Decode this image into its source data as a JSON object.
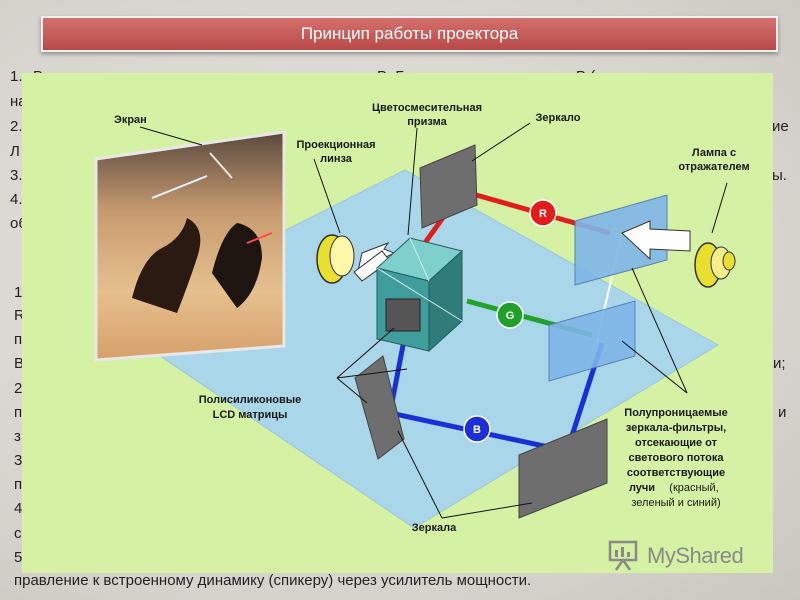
{
  "title": "Принцип работы проектора",
  "background_fragments": {
    "l1a": "1.",
    "l1b": "В",
    "l1c": "В. Г",
    "l1d": "В (",
    "l2a": "на",
    "l3a": "2.",
    "l3b": "ие",
    "l4a": "Л",
    "l5a": "3.",
    "l5b": "ы.",
    "l6a": "4.",
    "l7a": "об",
    "m1": "1",
    "m2": "R",
    "m3": "п",
    "m4": "В",
    "m4r": "и;",
    "m5": "2",
    "m6": "п",
    "m6r": "и",
    "m7": "з",
    "m8": "3",
    "m9": "п",
    "m10": "4",
    "m11": "с",
    "m12": "5"
  },
  "bottom_text": "правление к встроенному динамику (спикеру) через усилитель мощности.",
  "diagram": {
    "labels": {
      "screen": "Экран",
      "prism_1": "Цветосмесительная",
      "prism_2": "призма",
      "mirror": "Зеркало",
      "lens_1": "Проекционная",
      "lens_2": "линза",
      "lamp_1": "Лампа с",
      "lamp_2": "отражателем",
      "lcd_1": "Полисиликоновые",
      "lcd_2": "LCD матрицы",
      "filters_1": "Полупроницаемые",
      "filters_2": "зеркала-фильтры,",
      "filters_3": "отсекающие от",
      "filters_4": "светового потока",
      "filters_5": "соответствующие",
      "filters_6": "лучи",
      "filters_6b": "(красный,",
      "filters_7": "зеленый и синий)",
      "mirrors": "Зеркала"
    },
    "channels": {
      "r": "R",
      "g": "G",
      "b": "B"
    },
    "colors": {
      "red": "#e41b1b",
      "green": "#1fa12a",
      "blue": "#1a2fd6",
      "platform": "#a9d6e8",
      "prism": "#3f9e9c"
    }
  },
  "watermark": "MyShared"
}
